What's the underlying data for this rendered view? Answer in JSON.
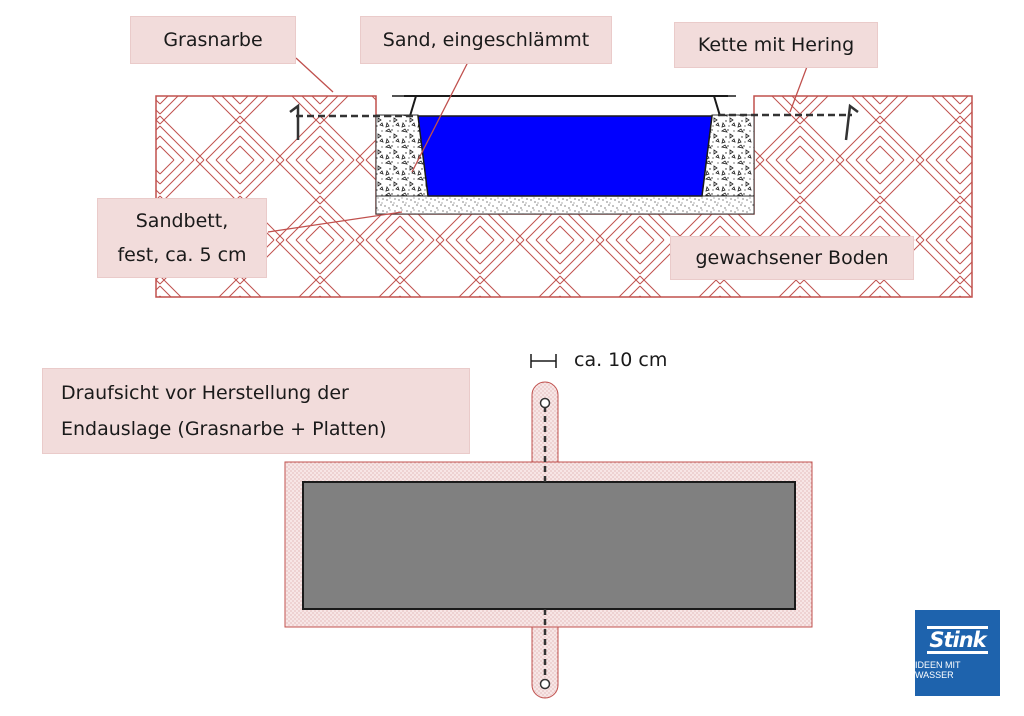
{
  "labels": {
    "grasnarbe": "Grasnarbe",
    "sand": "Sand, eingeschlämmt",
    "kette": "Kette mit Hering",
    "sandbett_line1": "Sandbett,",
    "sandbett_line2": "fest, ca. 5 cm",
    "boden": "gewachsener Boden",
    "draufsicht_line1": "Draufsicht vor Herstellung der",
    "draufsicht_line2": "Endauslage (Grasnarbe + Platten)",
    "dimension": "ca. 10 cm"
  },
  "logo": {
    "brand": "Stink",
    "tagline": "IDEEN MIT WASSER"
  },
  "colors": {
    "soil_hatch": "#c0504d",
    "water": "#0000ff",
    "plate": "#808080",
    "label_bg": "#f2dcdb",
    "logo_bg": "#1e63ad"
  }
}
